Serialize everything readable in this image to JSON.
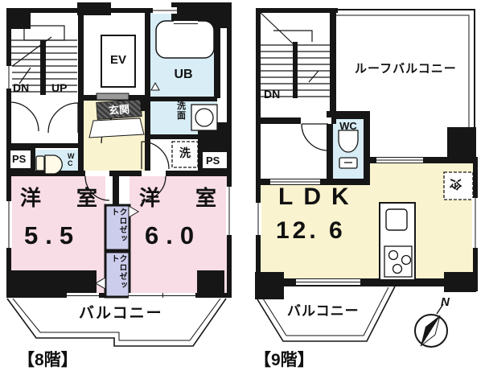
{
  "colors": {
    "wall": "#161616",
    "room_pink": "#f8dce6",
    "room_cream": "#faf3cf",
    "room_blue": "#d8edf6",
    "closet_lavender": "#ccccec",
    "elevator_door_gray": "#9a9a9a"
  },
  "floor8": {
    "label": "【8階】",
    "stairs_down": "DN",
    "stairs_up": "UP",
    "elevator": "EV",
    "unit_bath": "UB",
    "entrance": "玄関",
    "washbasin": "洗面",
    "laundry": "洗",
    "pipe_space_left": "PS",
    "pipe_space_right": "PS",
    "toilet": "WC",
    "room1_name": "洋室",
    "room1_size": "5.5",
    "room2_name": "洋室",
    "room2_size": "6.0",
    "closet1": "クロゼット",
    "closet2": "クロゼット",
    "balcony": "バルコニー"
  },
  "floor9": {
    "label": "【9階】",
    "stairs_down": "DN",
    "roof_balcony": "ルーフバルコニー",
    "toilet": "WC",
    "refrigerator": "冷",
    "ldk_name": "LDK",
    "ldk_size": "12. 6",
    "balcony": "バルコニー",
    "compass_north": "N"
  },
  "icons": {
    "bathtub-icon": "rounded-rect",
    "toilet-icon": "tank-and-bowl",
    "washbasin-icon": "square-with-circle",
    "kitchen-sink-icon": "rounded-square",
    "stove-icon": "three-burners",
    "refrigerator-icon": "dashed-square",
    "laundry-icon": "dashed-square",
    "compass-icon": "circle-with-needle",
    "stairs-icon": "step-lines",
    "door-arc-icon": "quarter-circle"
  }
}
